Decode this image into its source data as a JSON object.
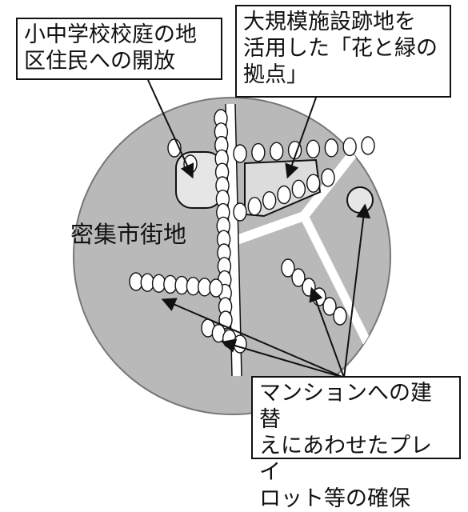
{
  "labels": {
    "school_yard": "小中学校校庭の地\n区住民への開放",
    "facility_site": "大規模施設跡地を\n活用した「花と緑の\n拠点」",
    "dense_district": "密集市街地",
    "playlot": "マンションへの建替\nえにあわせたプレイ\nロット等の確保"
  },
  "colors": {
    "district_fill": "#b9b9b9",
    "open_space_fill": "#dcdcdc",
    "line": "#111111",
    "road": "#ffffff"
  },
  "icons": [
    "tree-icon",
    "arrow-icon"
  ]
}
